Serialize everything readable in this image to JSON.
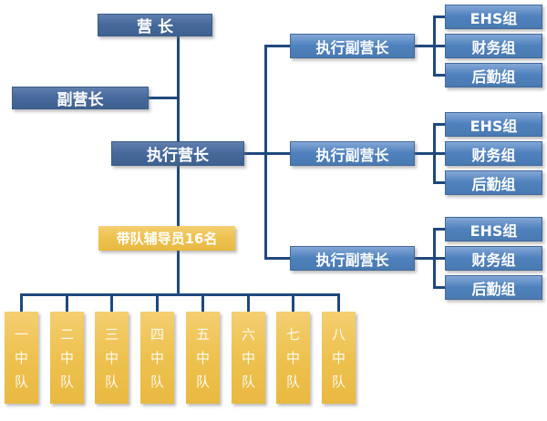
{
  "colors": {
    "dark_blue": "#46699C",
    "light_blue": "#4F81BD",
    "gold": "#EEC250",
    "connector": "#1F497D",
    "text": "#FFFFFF"
  },
  "org": {
    "commander": "营 长",
    "deputy_commander": "副营长",
    "executive_commander": "执行营长",
    "counselors": "带队辅导员16名",
    "exec_deputy_groups": [
      {
        "label": "执行副营长",
        "teams": [
          "EHS组",
          "财务组",
          "后勤组"
        ]
      },
      {
        "label": "执行副营长",
        "teams": [
          "EHS组",
          "财务组",
          "后勤组"
        ]
      },
      {
        "label": "执行副营长",
        "teams": [
          "EHS组",
          "财务组",
          "后勤组"
        ]
      }
    ],
    "squads": [
      "一中队",
      "二中队",
      "三中队",
      "四中队",
      "五中队",
      "六中队",
      "七中队",
      "八中队"
    ]
  }
}
